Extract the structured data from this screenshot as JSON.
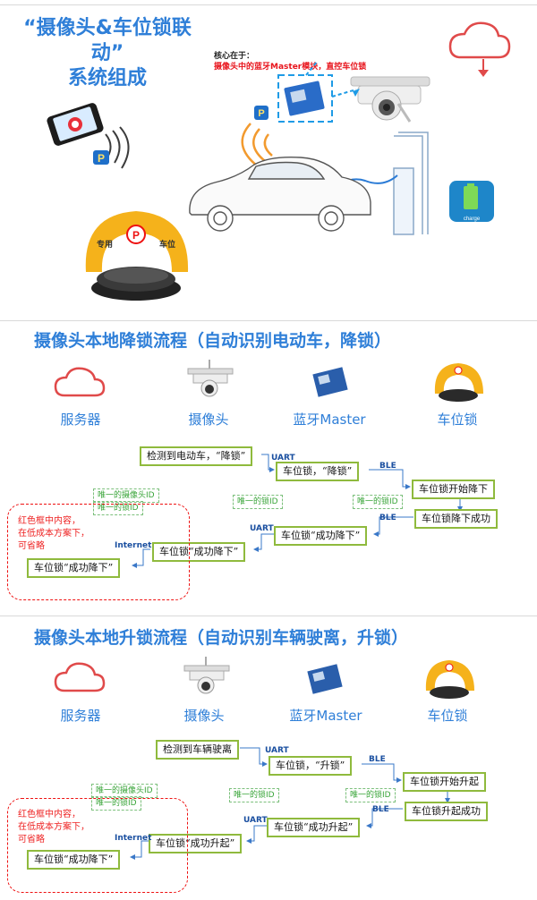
{
  "header": {
    "title_line1": "“摄像头&车位锁联动”",
    "title_line2": "系统组成",
    "core_label": "核心在于：",
    "core_text": "摄像头中的蓝牙Master模块，直控车位锁",
    "lock_text_left": "专用",
    "lock_text_right": "车位",
    "lock_sign": "P",
    "charge_label": "charge"
  },
  "sections": {
    "lower": {
      "title": "摄像头本地降锁流程（自动识别电动车，降锁）",
      "categories": [
        "服务器",
        "摄像头",
        "蓝牙Master",
        "车位锁"
      ],
      "steps": {
        "s1": "检测到电动车，“降锁”",
        "s2": "车位锁，“降锁”",
        "s3": "车位锁开始降下",
        "s4": "车位锁降下成功",
        "s5": "车位锁“成功降下”",
        "s6": "车位锁“成功降下”",
        "s7": "车位锁“成功降下”"
      },
      "protocols": {
        "uart1": "UART",
        "ble1": "BLE",
        "ble2": "BLE",
        "uart2": "UART",
        "internet": "Internet"
      },
      "ids": {
        "camera_id": "唯一的摄像头ID",
        "lock_id_a": "唯一的锁ID",
        "lock_id_b": "唯一的锁ID",
        "lock_id_c": "唯一的锁ID"
      },
      "note": "红色框中内容，\n在低成本方案下，\n可省略"
    },
    "raise": {
      "title": "摄像头本地升锁流程（自动识别车辆驶离，升锁）",
      "categories": [
        "服务器",
        "摄像头",
        "蓝牙Master",
        "车位锁"
      ],
      "steps": {
        "s1": "检测到车辆驶离",
        "s2": "车位锁，“升锁”",
        "s3": "车位锁开始升起",
        "s4": "车位锁升起成功",
        "s5": "车位锁“成功升起”",
        "s6": "车位锁“成功升起”",
        "s7": "车位锁“成功降下”"
      },
      "protocols": {
        "uart1": "UART",
        "ble1": "BLE",
        "ble2": "BLE",
        "uart2": "UART",
        "internet": "Internet"
      },
      "ids": {
        "camera_id": "唯一的摄像头ID",
        "lock_id_a": "唯一的锁ID",
        "lock_id_b": "唯一的锁ID",
        "lock_id_c": "唯一的锁ID"
      },
      "note": "红色框中内容，\n在低成本方案下，\n可省略"
    }
  },
  "colors": {
    "title_blue": "#2f7fd8",
    "box_border": "#8fba3d",
    "arrow_blue": "#3a78c8",
    "id_green": "#3aa53a",
    "note_red": "#e22222",
    "cloud_red": "#e04a4a",
    "lock_yellow": "#f5b21b"
  }
}
